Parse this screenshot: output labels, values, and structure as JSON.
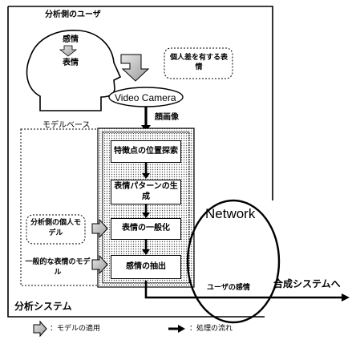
{
  "top": {
    "user_label": "分析側のユーザ",
    "emotion_label": "感情",
    "expression_label": "表情",
    "bubble_label": "個人差を有する表情",
    "camera_label": "Video Camera",
    "face_image_label": "顔画像"
  },
  "model_base": {
    "title": "モデルベース",
    "personal_model": "分析側の個人モデル",
    "general_model": "一般的な表情のモデル"
  },
  "processes": [
    "特徴点の位置探索",
    "表情パターンの生成",
    "表情の一般化",
    "感情の抽出"
  ],
  "network": {
    "label": "Network",
    "user_emotion": "ユーザの感情",
    "output_label": "合成システムへ"
  },
  "system_label": "分析システム",
  "legend": {
    "model_apply": "：モデルの適用",
    "flow": "：処理の流れ"
  }
}
